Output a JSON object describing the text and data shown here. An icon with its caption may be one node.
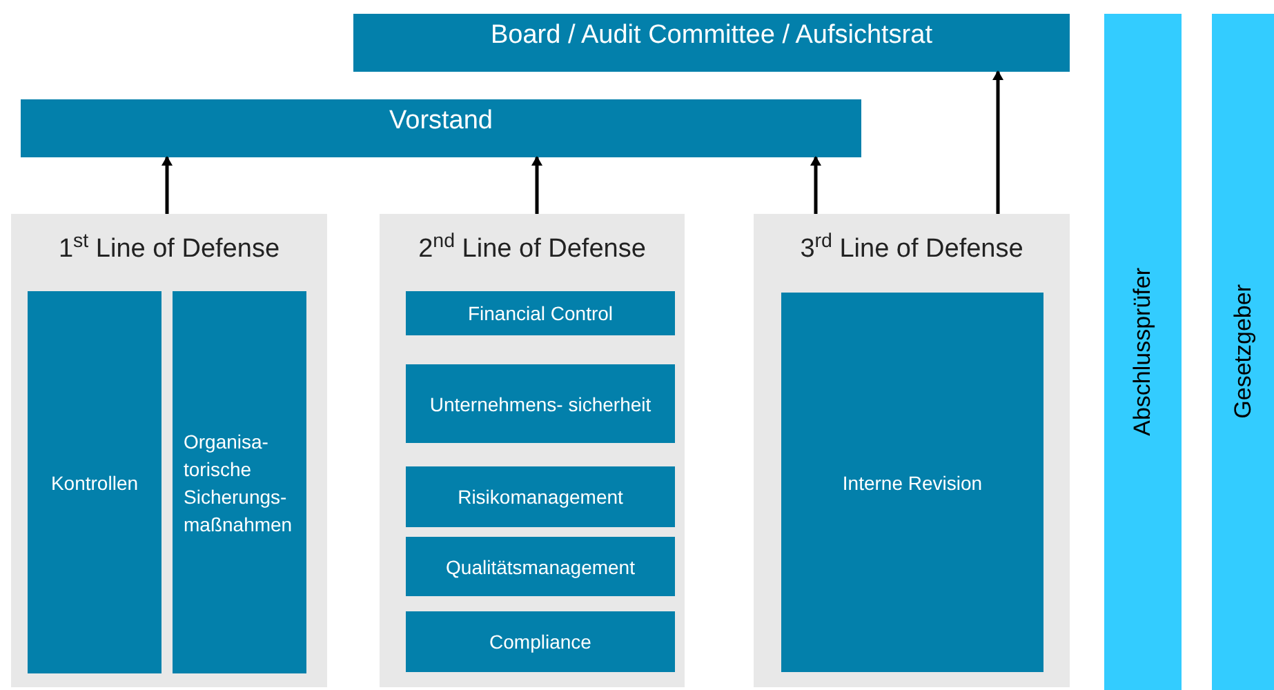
{
  "diagram": {
    "nodes": [
      {
        "text": [
          "Board / Audit Committee / Aufsichtsrat"
        ]
      },
      {
        "text": [
          "Vorstand"
        ]
      },
      {
        "text": [
          "1$^{st}$ Line of Defense"
        ]
      },
      {
        "text": [
          "Kontrollen"
        ],
        "in": 2
      },
      {
        "text": [
          "Organisa- torische Sicherungs- maßnahmen"
        ],
        "in": 2
      },
      {
        "text": [
          "2$^{nd}$ Line of Defense"
        ]
      },
      {
        "text": [
          "Financial Control"
        ],
        "in": 5
      },
      {
        "text": [
          "Unternehmens- sicherheit"
        ],
        "in": 5
      },
      {
        "text": [
          "Risikomanagement"
        ],
        "in": 5
      },
      {
        "text": [
          "Qualitätsmanagement"
        ],
        "in": 5
      },
      {
        "text": [
          "Compliance"
        ],
        "in": 5
      },
      {
        "text": [
          "3$^{rd}$ Line of Defense"
        ]
      },
      {
        "text": [
          "Interne Revision"
        ],
        "in": 11
      },
      {
        "text": [
          "Abschlussprüfer"
        ]
      },
      {
        "text": [
          "Gesetzgeber"
        ]
      }
    ],
    "edges": [
      {
        "from": 2,
        "to": 1,
        "arrow": "to"
      },
      {
        "from": 5,
        "to": 1,
        "arrow": "to"
      },
      {
        "from": 11,
        "to": 1,
        "arrow": "to"
      },
      {
        "from": 11,
        "to": 0,
        "arrow": "to"
      }
    ]
  }
}
